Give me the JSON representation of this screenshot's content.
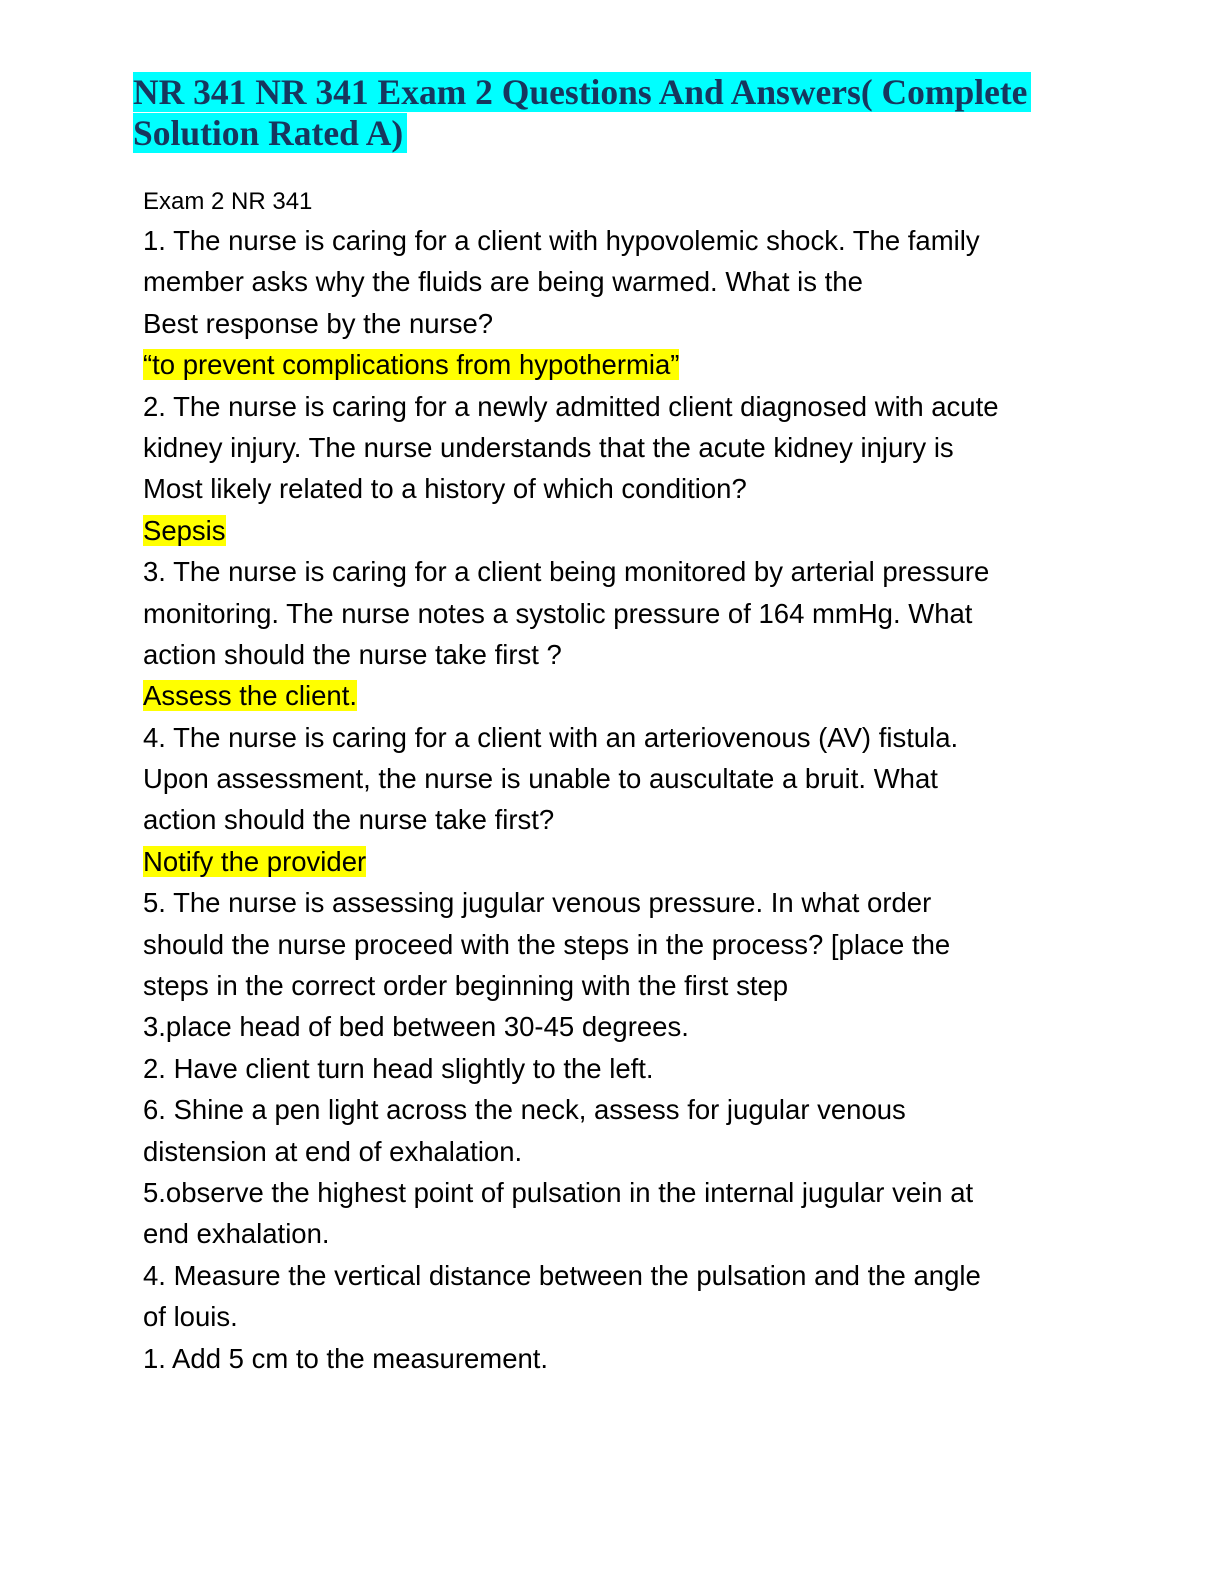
{
  "document": {
    "title_line1": "NR 341 NR 341 Exam 2 Questions And Answers( Complete",
    "title_line2": "Solution Rated A)",
    "subtitle": "Exam 2 NR 341",
    "colors": {
      "title_text": "#17375e",
      "title_highlight": "#00ffff",
      "answer_highlight": "#ffff00"
    },
    "q1": {
      "lines": [
        "1. The nurse is caring for a client with hypovolemic shock. The family",
        "member asks why the fluids are being warmed. What is the",
        "Best response by the nurse?"
      ],
      "answer": "“to prevent complications from hypothermia”"
    },
    "q2": {
      "lines": [
        "2. The nurse is caring for a newly admitted client diagnosed with acute",
        "kidney injury. The nurse understands that the acute kidney injury is",
        "Most likely related to a history of which condition?"
      ],
      "answer": "Sepsis"
    },
    "q3": {
      "lines": [
        "3. The nurse is caring for a client being monitored by arterial pressure",
        "monitoring. The nurse notes a systolic pressure of 164 mmHg. What",
        "action should the nurse take first ?"
      ],
      "answer": "Assess the client."
    },
    "q4": {
      "lines": [
        "4. The nurse is caring for a client with an arteriovenous (AV) fistula.",
        "Upon assessment, the nurse is unable to auscultate a bruit. What",
        "action should the nurse take first?"
      ],
      "answer": "Notify the provider"
    },
    "q5": {
      "lines": [
        "5. The nurse is assessing jugular venous pressure. In what order",
        "should the nurse proceed with the steps in the process? [place the",
        "steps in the correct order beginning with the first step",
        "3.place head of bed between 30-45 degrees.",
        "2. Have client turn head slightly to the left.",
        "6. Shine a pen light across the neck, assess for jugular venous",
        "distension at end of exhalation.",
        "5.observe the highest point of pulsation in the internal jugular vein at",
        "end exhalation.",
        "4. Measure the vertical distance between the pulsation and the angle",
        "of louis.",
        "1. Add 5 cm to the measurement."
      ]
    }
  }
}
